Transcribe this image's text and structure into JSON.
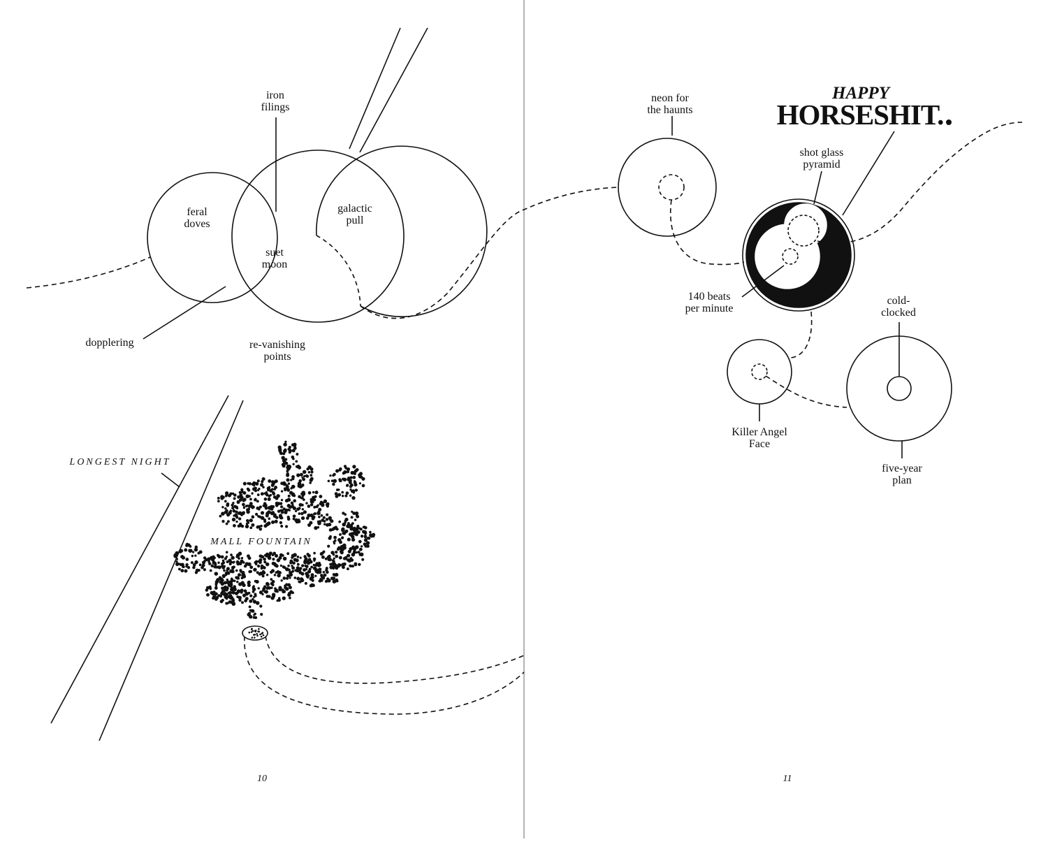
{
  "left_page": {
    "venn": {
      "top_label": [
        "iron",
        "filings"
      ],
      "left_label": [
        "feral",
        "doves"
      ],
      "right_label": [
        "galactic",
        "pull"
      ],
      "center_label": [
        "suet",
        "moon"
      ],
      "bottom_label": [
        "re-vanishing",
        "points"
      ],
      "side_label": "dopplering"
    },
    "longest_night": "LONGEST NIGHT",
    "mall_fountain": "MALL FOUNTAIN",
    "page_number": "10"
  },
  "right_page": {
    "title_top": "HAPPY",
    "title_main": "HORSESHIT.",
    "labels": {
      "neon": [
        "neon for",
        "the haunts"
      ],
      "shot_glass": [
        "shot glass",
        "pyramid"
      ],
      "beats": [
        "140 beats",
        "per minute"
      ],
      "cold": [
        "cold-",
        "clocked"
      ],
      "killer": [
        "Killer Angel",
        "Face"
      ],
      "plan": [
        "five-year",
        "plan"
      ]
    },
    "page_number": "11"
  },
  "colors": {
    "ink": "#111111",
    "paper": "#ffffff",
    "gutter": "#9a9a9a"
  }
}
